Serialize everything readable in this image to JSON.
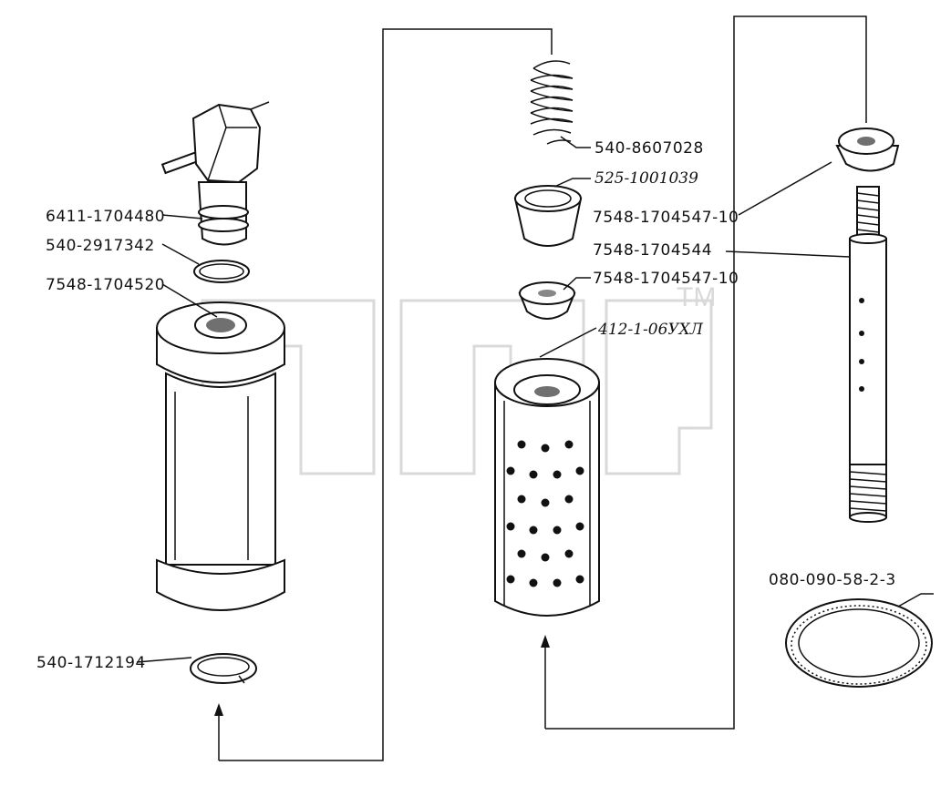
{
  "labels": {
    "plug": "6411-1704480",
    "o_ring_small": "540-2917342",
    "housing": "7548-1704520",
    "retaining_ring": "540-1712194",
    "spring": "540-8607028",
    "sleeve": "525-1001039",
    "washer_upper": "7548-1704547-10",
    "washer_lower": "7548-1704547-10",
    "filter_element": "412-1-06УХЛ",
    "rod": "7548-1704544",
    "gasket_ring": "080-090-58-2-3"
  },
  "watermark": {
    "text": "ВПМ",
    "tm": "TM"
  }
}
